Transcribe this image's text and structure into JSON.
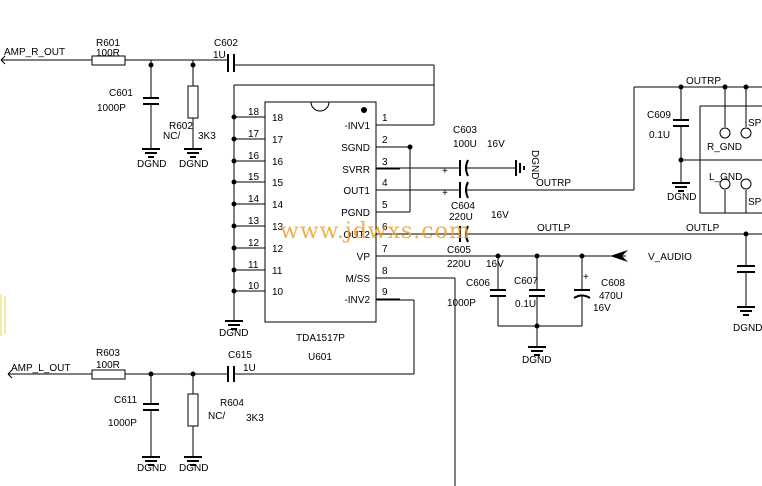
{
  "nets": {
    "amp_r_out": "AMP_R_OUT",
    "amp_l_out": "AMP_L_OUT",
    "outrp": "OUTRP",
    "outrp_top": "OUTRP",
    "outlp": "OUTLP",
    "outlp_right": "OUTLP",
    "v_audio": "V_AUDIO",
    "dgnd": "DGND",
    "r_gnd": "R_GND",
    "l_gnd": "L_GND",
    "sp_top": "SP",
    "sp_bottom": "SP"
  },
  "components": {
    "r601": {
      "ref": "R601",
      "value": "100R"
    },
    "c601": {
      "ref": "C601",
      "value": "1000P"
    },
    "r602": {
      "ref": "R602",
      "value_nc": "NC/",
      "value": "3K3"
    },
    "c602": {
      "ref": "C602",
      "value": "1U"
    },
    "c603": {
      "ref": "C603",
      "value": "100U",
      "voltage": "16V"
    },
    "c604": {
      "ref": "C604",
      "value": "220U",
      "voltage": "16V"
    },
    "c605": {
      "ref": "C605",
      "value": "220U",
      "voltage": "16V"
    },
    "c606": {
      "ref": "C606",
      "value": "1000P"
    },
    "c607": {
      "ref": "C607",
      "value": "0.1U"
    },
    "c608": {
      "ref": "C608",
      "value": "470U",
      "voltage": "16V"
    },
    "c609": {
      "ref": "C609",
      "value": "0.1U"
    },
    "r603": {
      "ref": "R603",
      "value": "100R"
    },
    "c611": {
      "ref": "C611",
      "value": "1000P"
    },
    "r604": {
      "ref": "R604",
      "value_nc": "NC/",
      "value": "3K3"
    },
    "c615": {
      "ref": "C615",
      "value": "1U"
    }
  },
  "ic": {
    "part": "TDA1517P",
    "ref": "U601",
    "pins_right": [
      {
        "num": "1",
        "name": "-INV1"
      },
      {
        "num": "2",
        "name": "SGND"
      },
      {
        "num": "3",
        "name": "SVRR"
      },
      {
        "num": "4",
        "name": "OUT1"
      },
      {
        "num": "5",
        "name": "PGND"
      },
      {
        "num": "6",
        "name": "OUT2"
      },
      {
        "num": "7",
        "name": "VP"
      },
      {
        "num": "8",
        "name": "M/SS"
      },
      {
        "num": "9",
        "name": "-INV2"
      }
    ],
    "pins_left": [
      {
        "num": "18",
        "inner": "18"
      },
      {
        "num": "17",
        "inner": "17"
      },
      {
        "num": "16",
        "inner": "16"
      },
      {
        "num": "15",
        "inner": "15"
      },
      {
        "num": "14",
        "inner": "14"
      },
      {
        "num": "13",
        "inner": "13"
      },
      {
        "num": "12",
        "inner": "12"
      },
      {
        "num": "11",
        "inner": "11"
      },
      {
        "num": "10",
        "inner": "10"
      }
    ]
  },
  "polarity": {
    "plus": "+"
  },
  "watermark": "www.jdwxs.com"
}
